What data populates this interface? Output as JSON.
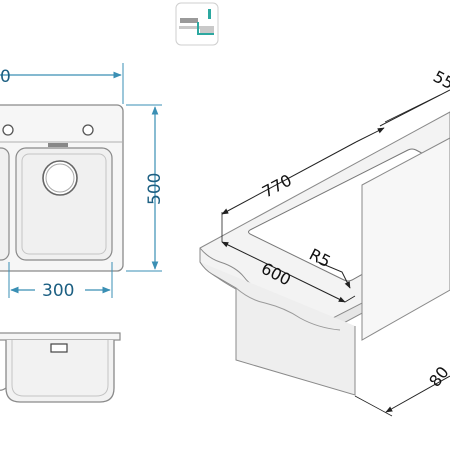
{
  "colors": {
    "dimension_blue": "#3a8fb4",
    "dimension_text_blue": "#1c5f82",
    "outline_gray": "#8a8a8a",
    "sink_fill": "#f4f4f4",
    "installation_icon_accent": "#2ca8a0"
  },
  "top_view": {
    "width_partial_label": "0",
    "height_label": "500",
    "bowl_width_label": "300"
  },
  "perspective_view": {
    "overall_length_label": "770",
    "cutout_length_label": "600",
    "radius_label": "R5",
    "top_right_partial_label": "55",
    "depth_partial_label": "80"
  },
  "icons": {
    "installation_type": "inset-mount-icon"
  }
}
